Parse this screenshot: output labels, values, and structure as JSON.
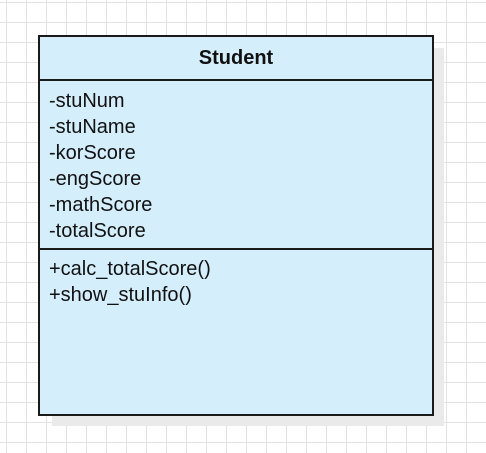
{
  "uml_class": {
    "name": "Student",
    "attributes": [
      "-stuNum",
      "-stuName",
      "-korScore",
      "-engScore",
      "-mathScore",
      "-totalScore"
    ],
    "methods": [
      "+calc_totalScore()",
      "+show_stuInfo()"
    ]
  },
  "colors": {
    "class_fill": "#d5eefc",
    "class_border": "#1a1a1a",
    "grid_line": "#e2e2e2",
    "shadow": "#eaeaea"
  }
}
